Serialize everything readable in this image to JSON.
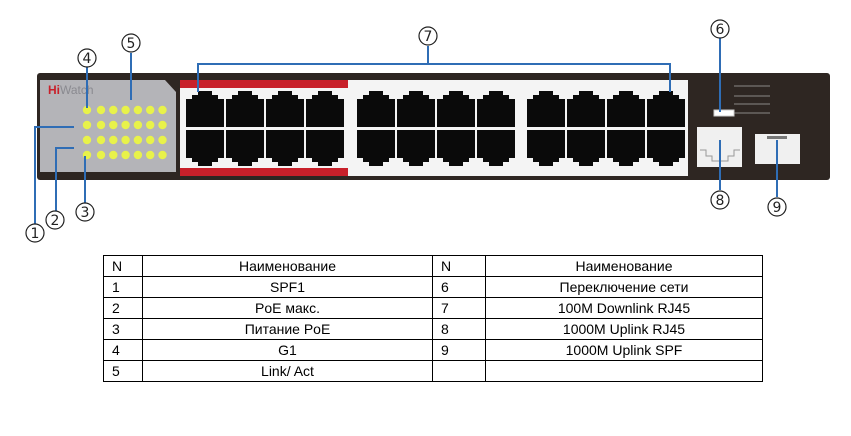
{
  "device": {
    "brand_prefix": "Hi",
    "brand_suffix": "Watch",
    "downlink_ports_per_row": 12,
    "poe_ports_highlighted": 4,
    "led_columns": 7,
    "led_rows": 4
  },
  "callouts": [
    "1",
    "2",
    "3",
    "4",
    "5",
    "6",
    "7",
    "8",
    "9"
  ],
  "colors": {
    "body": "#2e2622",
    "panel": "#b4b4b8",
    "accent_red": "#c8202a",
    "led": "#e8f24a",
    "callout_line": "#2f6db5"
  },
  "table": {
    "headers": [
      "N",
      "Наименование",
      "N",
      "Наименование"
    ],
    "rows": [
      [
        "1",
        "SPF1",
        "6",
        "Переключение сети"
      ],
      [
        "2",
        "PoE макс.",
        "7",
        "100M Downlink RJ45"
      ],
      [
        "3",
        "Питание PoE",
        "8",
        "1000M Uplink RJ45"
      ],
      [
        "4",
        "G1",
        "9",
        "1000M Uplink SPF"
      ],
      [
        "5",
        "Link/ Act",
        "",
        ""
      ]
    ]
  }
}
